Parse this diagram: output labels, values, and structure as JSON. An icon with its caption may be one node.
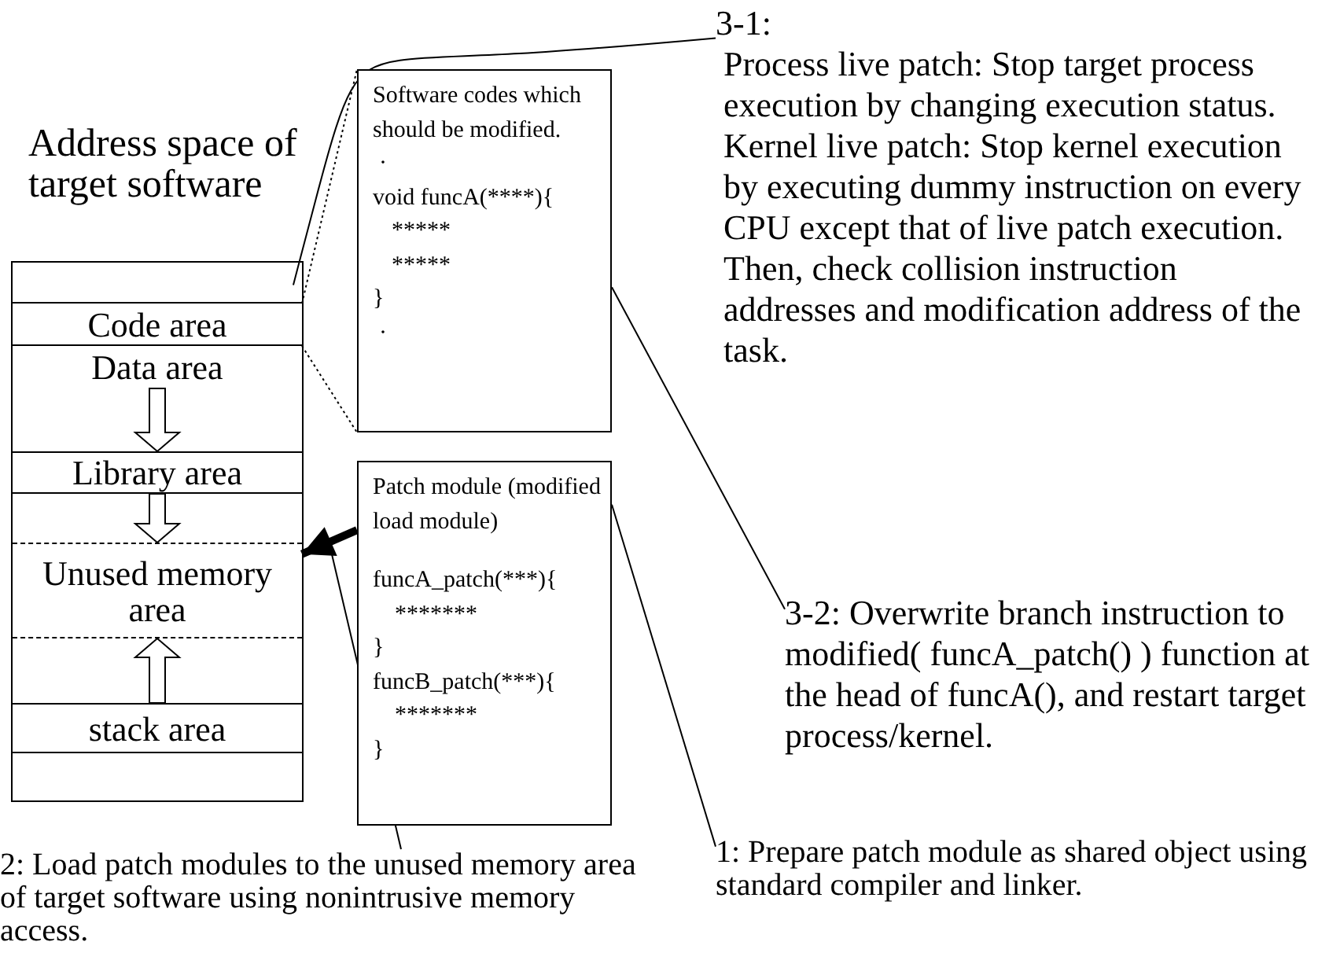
{
  "diagram": {
    "nodes": [
      {
        "text": [
          "Address space of target software"
        ]
      },
      {
        "text": [],
        "shape": "box",
        "in": 0
      },
      {
        "text": [
          "Code area"
        ],
        "in": 0
      },
      {
        "text": [
          "Data area"
        ],
        "in": 0
      },
      {
        "text": [
          "Library area"
        ],
        "in": 0
      },
      {
        "text": [
          "Unused memory area"
        ],
        "in": 0
      },
      {
        "text": [
          "stack area"
        ],
        "in": 0
      },
      {
        "text": [
          "Software codes which should be modified.",
          "·",
          "void funcA(****){",
          "*****",
          "*****",
          "}",
          "·"
        ]
      },
      {
        "text": [
          "Patch module (modified load module)",
          "funcA_patch(***){",
          "*******",
          "}",
          "funcB_patch(***){",
          "*******",
          "}"
        ]
      },
      {
        "text": [
          "3-1:",
          "Process live patch: Stop target process execution by changing execution status.",
          "Kernel live patch: Stop kernel execution by executing dummy instruction on every CPU except that of live patch execution.",
          "Then, check collision instruction addresses and modification address of the task."
        ]
      },
      {
        "text": [
          "3-2:  Overwrite branch instruction to modified( funcA_patch() ) function at the head of funcA(), and restart target process/kernel."
        ]
      },
      {
        "text": [
          "1:  Prepare patch module as shared object using standard compiler and linker."
        ]
      },
      {
        "text": [
          "2: Load patch modules to the unused memory area of target software using nonintrusive memory access."
        ]
      }
    ],
    "edges": [
      {
        "from": 9,
        "to": 1,
        "arrow": "none"
      },
      {
        "from": 2,
        "to": 7,
        "arrow": "none",
        "style": "dashed"
      },
      {
        "from": 2,
        "to": 7,
        "arrow": "none",
        "style": "dashed"
      },
      {
        "from": 10,
        "to": 7,
        "arrow": "none"
      },
      {
        "from": 11,
        "to": 8,
        "arrow": "none"
      },
      {
        "from": 8,
        "to": 5,
        "arrow": "to",
        "style": "thick"
      },
      {
        "from": 12,
        "to": null,
        "arrow": "none"
      },
      {
        "from": 3,
        "to": 4,
        "arrow": "to"
      },
      {
        "from": 4,
        "to": 5,
        "arrow": "to"
      },
      {
        "from": 6,
        "to": 5,
        "arrow": "to"
      }
    ]
  }
}
